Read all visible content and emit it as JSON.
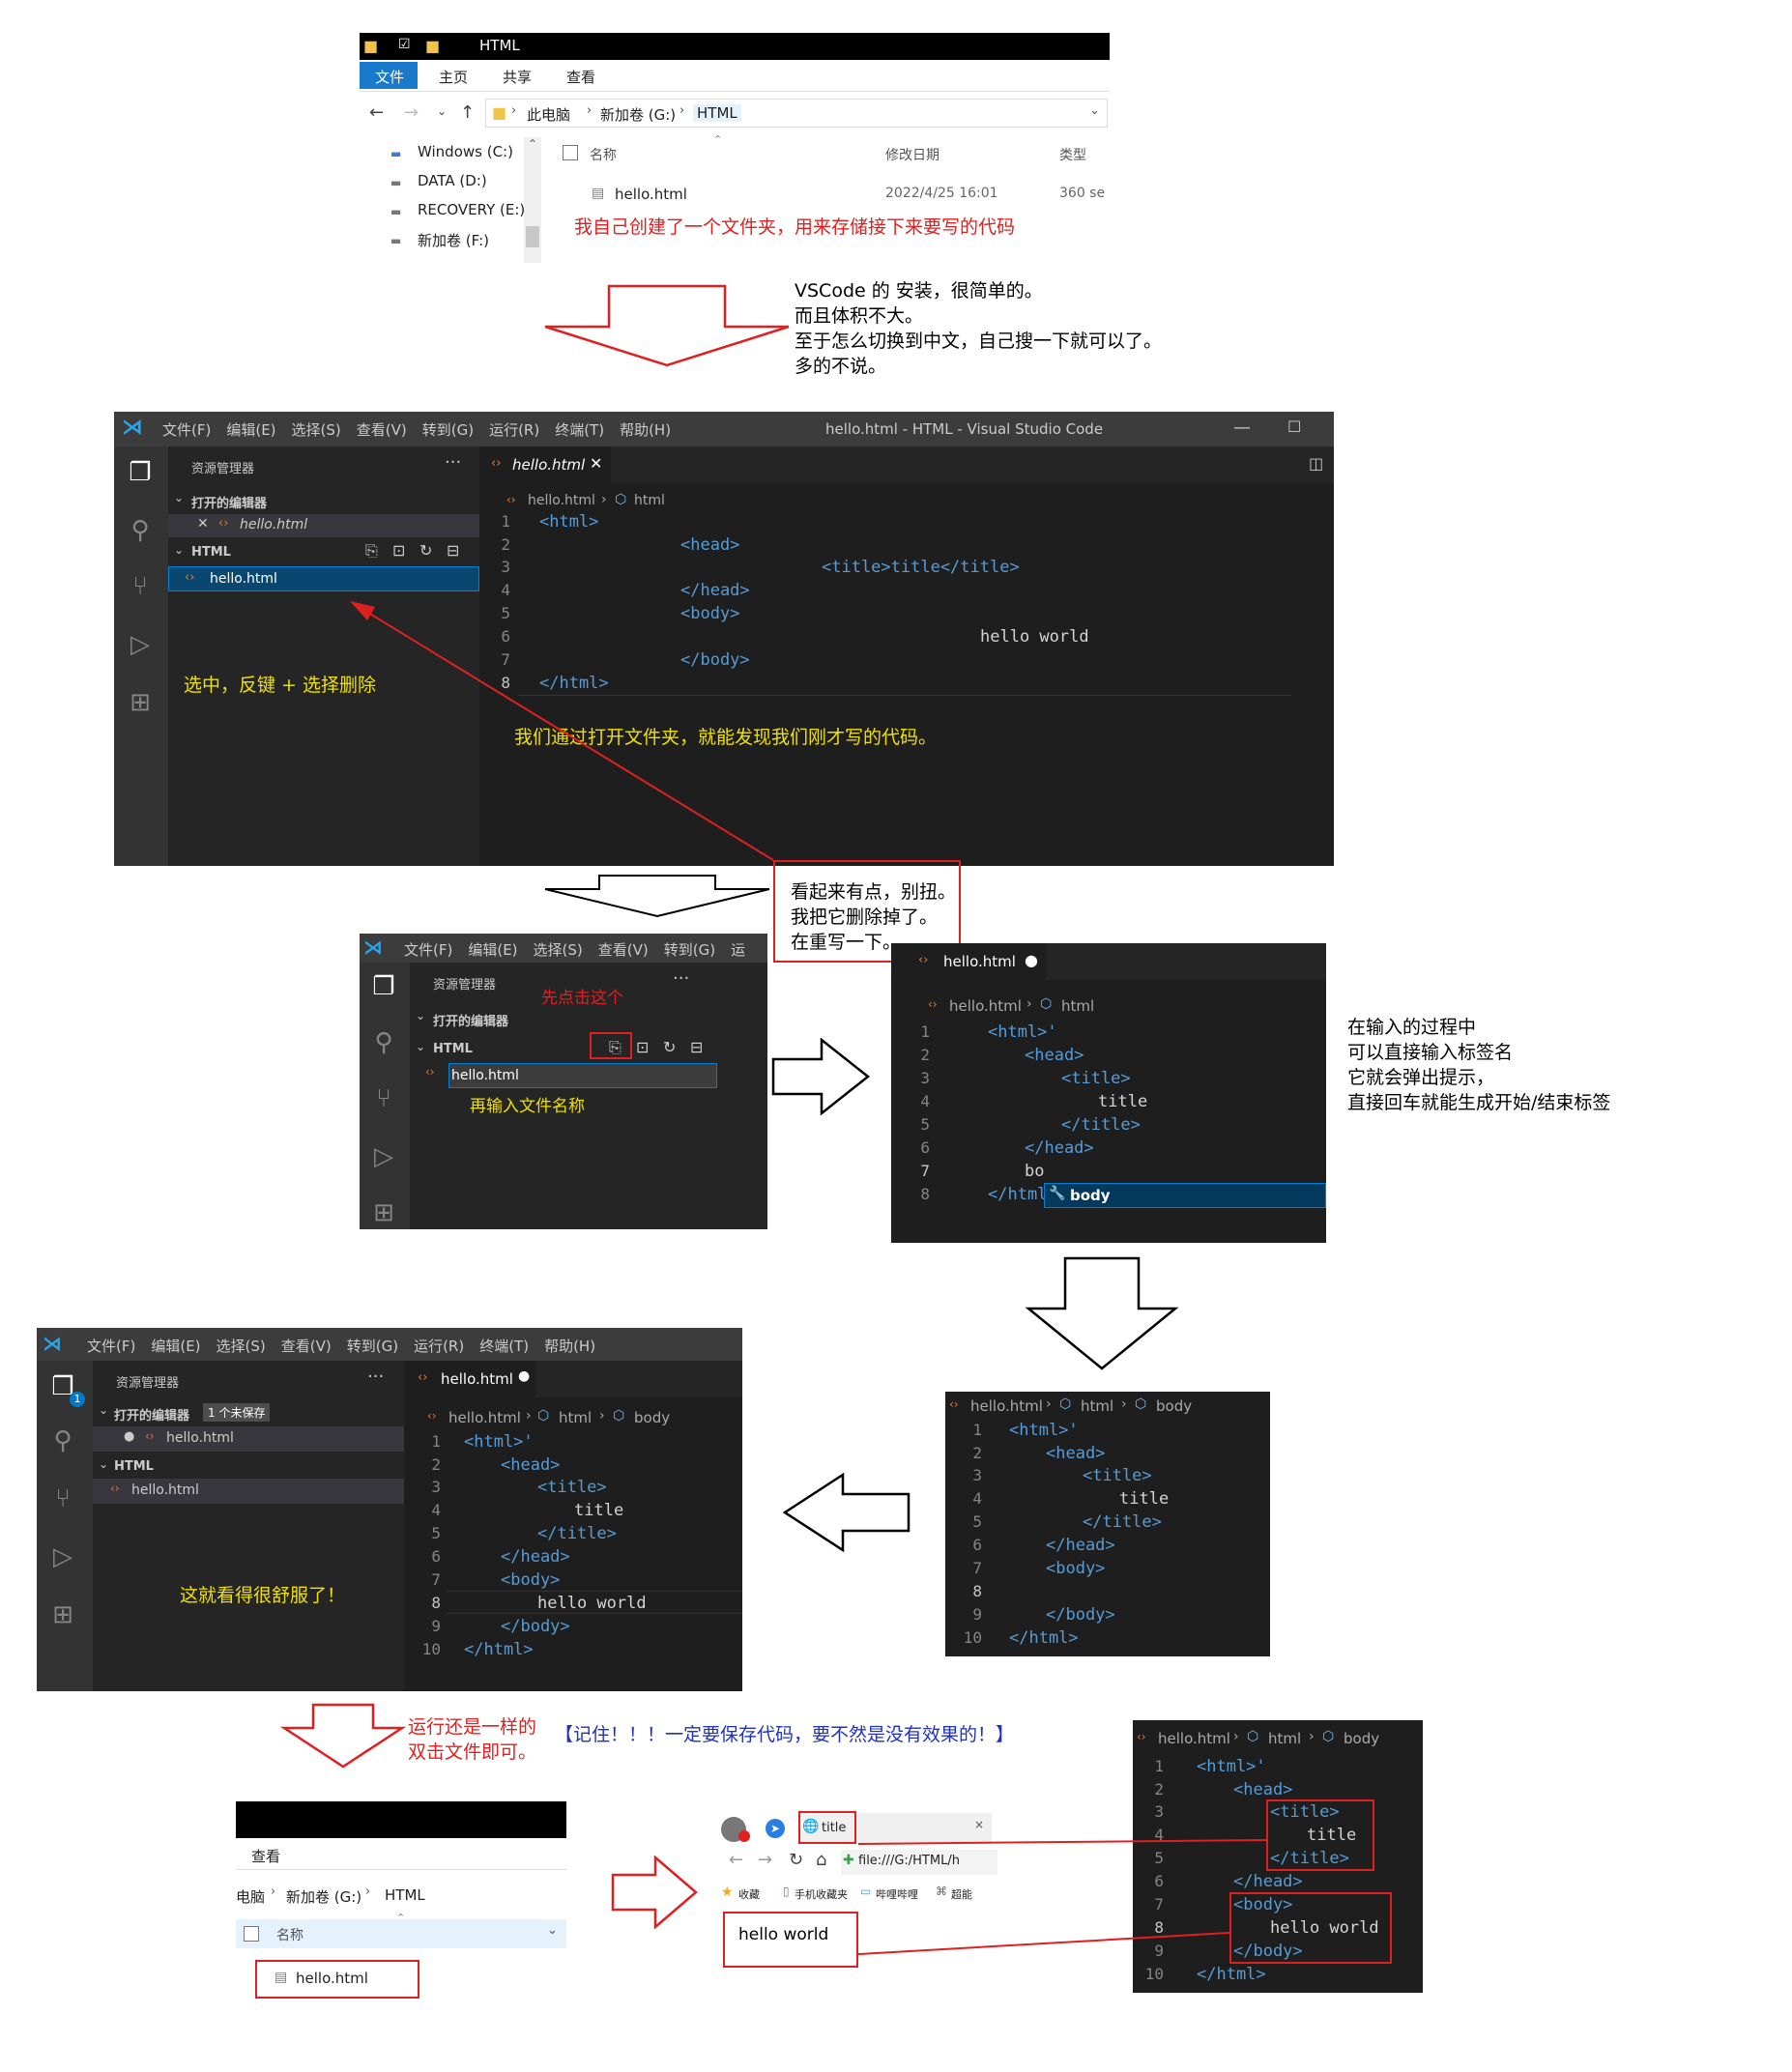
{
  "explorer1": {
    "title": "HTML",
    "ribbon": [
      "文件",
      "主页",
      "共享",
      "查看"
    ],
    "crumbs": [
      "此电脑",
      "新加卷 (G:)",
      "HTML"
    ],
    "drives": [
      "Windows (C:)",
      "DATA (D:)",
      "RECOVERY (E:)",
      "新加卷 (F:)"
    ],
    "cols": [
      "名称",
      "修改日期",
      "类型"
    ],
    "file": {
      "name": "hello.html",
      "date": "2022/4/25 16:01",
      "type": "360 se"
    },
    "note": "我自己创建了一个文件夹，用来存储接下来要写的代码"
  },
  "note_install": "VSCode 的 安装，很简单的。\n而且体积不大。\n至于怎么切换到中文，自己搜一下就可以了。\n多的不说。",
  "vs1": {
    "menu": [
      "文件(F)",
      "编辑(E)",
      "选择(S)",
      "查看(V)",
      "转到(G)",
      "运行(R)",
      "终端(T)",
      "帮助(H)"
    ],
    "title": "hello.html - HTML - Visual Studio Code",
    "sidebar_title": "资源管理器",
    "open_editors": "打开的编辑器",
    "open_file": "hello.html",
    "folder": "HTML",
    "file": "hello.html",
    "tab": "hello.html",
    "crumb1": "hello.html",
    "crumb2": "html",
    "lines": [
      "1",
      "2",
      "3",
      "4",
      "5",
      "6",
      "7",
      "8"
    ],
    "code": [
      "<html>",
      "<head>",
      "<title>title</title>",
      "</head>",
      "<body>",
      "hello world",
      "</body>",
      "</html>"
    ],
    "note_delete": "选中，反键 + 选择删除",
    "note_open": "我们通过打开文件夹，就能发现我们刚才写的代码。"
  },
  "note_ugly": "看起来有点，别扭。\n我把它删除掉了。\n在重写一下。",
  "vs2": {
    "menu": [
      "文件(F)",
      "编辑(E)",
      "选择(S)",
      "查看(V)",
      "转到(G)",
      "运"
    ],
    "sidebar_title": "资源管理器",
    "open_editors": "打开的编辑器",
    "folder": "HTML",
    "input": "hello.html",
    "note_click": "先点击这个",
    "note_name": "再输入文件名称"
  },
  "vs3": {
    "tab": "hello.html",
    "crumb1": "hello.html",
    "crumb2": "html",
    "lines": [
      "1",
      "2",
      "3",
      "4",
      "5",
      "6",
      "7",
      "8"
    ],
    "code": [
      "<html>'",
      "<head>",
      "<title>",
      "title",
      "</title>",
      "</head>",
      "bo",
      "</html>"
    ],
    "suggest": "body"
  },
  "note_tip": "在输入的过程中\n可以直接输入标签名\n它就会弹出提示，\n直接回车就能生成开始/结束标签",
  "vs4": {
    "crumb": [
      "hello.html",
      "html",
      "body"
    ],
    "lines": [
      "1",
      "2",
      "3",
      "4",
      "5",
      "6",
      "7",
      "8",
      "9",
      "10"
    ],
    "code": [
      "<html>'",
      "<head>",
      "<title>",
      "title",
      "</title>",
      "</head>",
      "<body>",
      "",
      "</body>",
      "</html>"
    ]
  },
  "vs5": {
    "menu": [
      "文件(F)",
      "编辑(E)",
      "选择(S)",
      "查看(V)",
      "转到(G)",
      "运行(R)",
      "终端(T)",
      "帮助(H)"
    ],
    "sidebar_title": "资源管理器",
    "open_editors": "打开的编辑器",
    "unsaved": "1 个未保存",
    "open_file": "hello.html",
    "folder": "HTML",
    "file": "hello.html",
    "badge": "1",
    "tab": "hello.html",
    "crumb": [
      "hello.html",
      "html",
      "body"
    ],
    "lines": [
      "1",
      "2",
      "3",
      "4",
      "5",
      "6",
      "7",
      "8",
      "9",
      "10"
    ],
    "code": [
      "<html>'",
      "<head>",
      "<title>",
      "title",
      "</title>",
      "</head>",
      "<body>",
      "hello world",
      "</body>",
      "</html>"
    ],
    "note": "这就看得很舒服了！"
  },
  "note_run": "运行还是一样的\n双击文件即可。",
  "note_save": "【记住！！！一定要保存代码，要不然是没有效果的！】",
  "explorer2": {
    "ribbon": "查看",
    "crumbs": [
      "电脑",
      "新加卷 (G:)",
      "HTML"
    ],
    "col": "名称",
    "file": "hello.html"
  },
  "browser": {
    "tab": "title",
    "url": "file:///G:/HTML/h",
    "bookmarks": [
      "收藏",
      "手机收藏夹",
      "哔哩哔哩",
      "超能"
    ],
    "content": "hello world"
  },
  "vs6": {
    "crumb": [
      "hello.html",
      "html",
      "body"
    ],
    "lines": [
      "1",
      "2",
      "3",
      "4",
      "5",
      "6",
      "7",
      "8",
      "9",
      "10"
    ],
    "code": [
      "<html>'",
      "<head>",
      "<title>",
      "title",
      "</title>",
      "</head>",
      "<body>",
      "hello world",
      "</body>",
      "</html>"
    ]
  },
  "colors": {
    "vs_bg": "#1e1e1e",
    "vs_side": "#252526",
    "vs_act": "#333333",
    "tag": "#569cd6",
    "annot_red": "#e02020",
    "annot_yellow": "#f0e000",
    "annot_blue": "#2030c0"
  }
}
